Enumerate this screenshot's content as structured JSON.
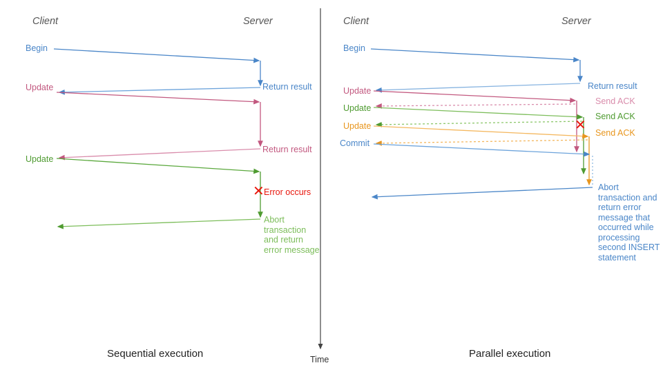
{
  "diagram": {
    "title_left": "Sequential execution",
    "title_right": "Parallel execution",
    "time_axis_label": "Time",
    "colors": {
      "blue": "#4a86c8",
      "blue_light": "#86b3e0",
      "pink": "#c2587f",
      "pink_light": "#d98cab",
      "green": "#4f9b31",
      "green_light": "#8cc76a",
      "orange": "#e8961e",
      "orange_light": "#f4b75e",
      "red": "#e8160c",
      "gray": "#555555",
      "axis": "#444444"
    }
  },
  "left_panel": {
    "name": "Sequential execution",
    "actor_client": "Client",
    "actor_server": "Server",
    "caption": "Sequential execution",
    "messages": [
      {
        "id": "begin",
        "label": "Begin",
        "color": "blue",
        "kind": "request"
      },
      {
        "id": "ret1",
        "label": "Return result",
        "color": "blue",
        "kind": "reply"
      },
      {
        "id": "update1",
        "label": "Update",
        "color": "pink",
        "kind": "request"
      },
      {
        "id": "ret2",
        "label": "Return result",
        "color": "pink",
        "kind": "reply"
      },
      {
        "id": "update2",
        "label": "Update",
        "color": "green",
        "kind": "request"
      },
      {
        "id": "error",
        "label": "Error occurs",
        "color": "red",
        "kind": "marker"
      },
      {
        "id": "abort",
        "label": "Abort transaction and return error message",
        "color": "green",
        "kind": "reply"
      }
    ]
  },
  "right_panel": {
    "name": "Parallel execution",
    "actor_client": "Client",
    "actor_server": "Server",
    "caption": "Parallel execution",
    "messages": [
      {
        "id": "begin",
        "label": "Begin",
        "color": "blue",
        "kind": "request"
      },
      {
        "id": "ret1",
        "label": "Return result",
        "color": "blue",
        "kind": "reply"
      },
      {
        "id": "update1",
        "label": "Update",
        "color": "pink",
        "kind": "request"
      },
      {
        "id": "ack1",
        "label": "Send ACK",
        "color": "pink",
        "kind": "ack"
      },
      {
        "id": "update2",
        "label": "Update",
        "color": "green",
        "kind": "request"
      },
      {
        "id": "ack2",
        "label": "Send ACK",
        "color": "green",
        "kind": "ack"
      },
      {
        "id": "update3",
        "label": "Update",
        "color": "orange",
        "kind": "request"
      },
      {
        "id": "ack3",
        "label": "Send ACK",
        "color": "orange",
        "kind": "ack"
      },
      {
        "id": "commit",
        "label": "Commit",
        "color": "blue",
        "kind": "request"
      },
      {
        "id": "error",
        "label": "",
        "color": "red",
        "kind": "marker"
      },
      {
        "id": "abort",
        "label": "Abort transaction and return error message that occurred while processing second INSERT statement",
        "color": "blue",
        "kind": "reply"
      }
    ]
  }
}
